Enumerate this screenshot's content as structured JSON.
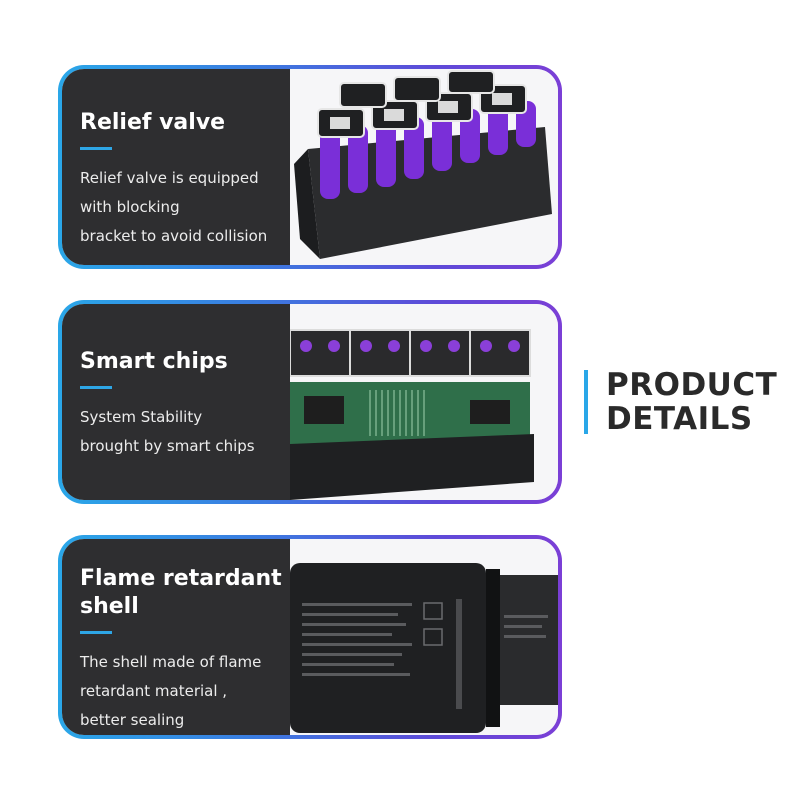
{
  "cards": [
    {
      "title": "Relief valve",
      "description": "Relief valve is equipped\nwith blocking\nbracket to avoid collision"
    },
    {
      "title": "Smart chips",
      "description": "System Stability\nbrought by smart chips"
    },
    {
      "title": "Flame retardant\nshell",
      "description": "The shell made of flame\nretardant material ,\nbetter sealing"
    }
  ],
  "side_heading": {
    "line1": "PRODUCT",
    "line2": "DETAILS"
  },
  "colors": {
    "accent_blue": "#2aa7e8",
    "accent_purple": "#7b3fd6",
    "panel_dark": "#2e2e30",
    "heading_text": "#2a2a2a"
  }
}
